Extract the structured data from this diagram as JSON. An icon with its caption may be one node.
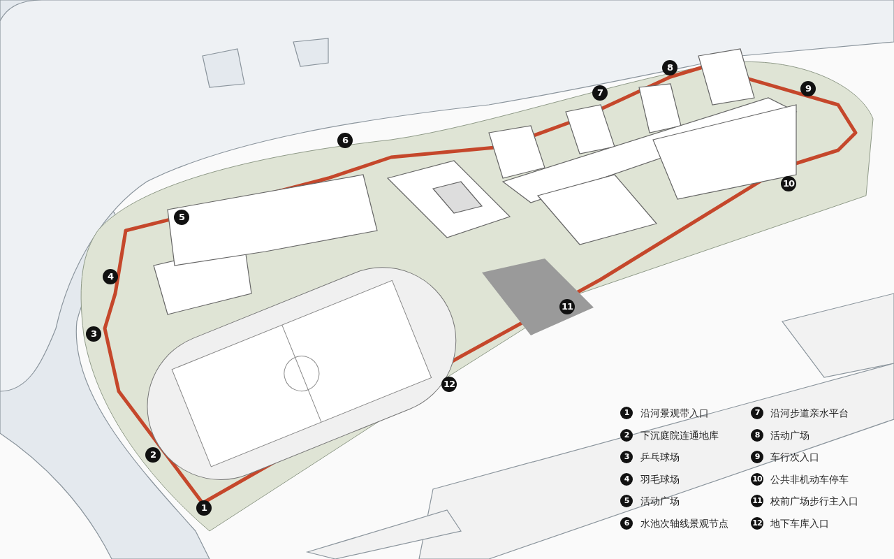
{
  "diagram": {
    "labels": [
      "1",
      "2",
      "3",
      "4",
      "5",
      "6",
      "7",
      "8",
      "9",
      "10",
      "11",
      "12",
      "1",
      "沿河景观带入口",
      "7",
      "沿河步道亲水平台",
      "2",
      "下沉庭院连通地库",
      "8",
      "活动广场",
      "3",
      "乒乓球场",
      "9",
      "车行次入口",
      "4",
      "羽毛球场",
      "10",
      "公共非机动车停车",
      "5",
      "活动广场",
      "11",
      "校前广场步行主入口",
      "6",
      "水池次轴线景观节点",
      "12",
      "地下车库入口"
    ]
  }
}
